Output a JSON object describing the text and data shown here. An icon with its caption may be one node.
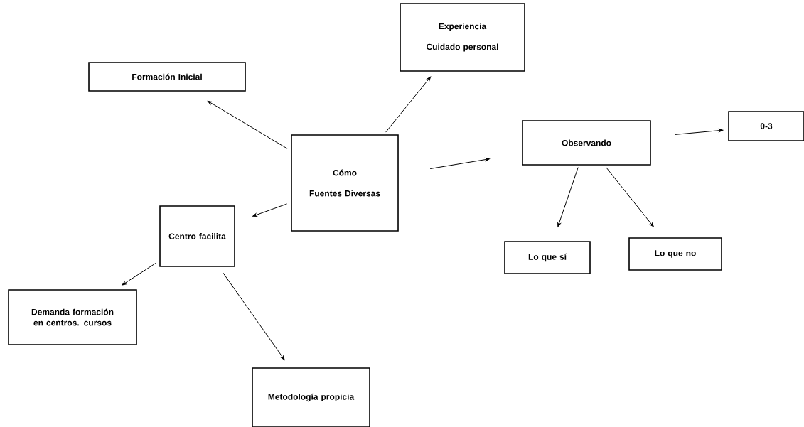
{
  "diagram": {
    "nodes": [
      {
        "text": [
          "Formación Inicial"
        ]
      },
      {
        "text": [
          "Experiencia",
          "Cuidado personal"
        ]
      },
      {
        "text": [
          "Cómo",
          "Fuentes Diversas"
        ]
      },
      {
        "text": [
          "Observando"
        ]
      },
      {
        "text": [
          "0-3"
        ]
      },
      {
        "text": [
          "Lo que sí"
        ]
      },
      {
        "text": [
          "Lo que no"
        ]
      },
      {
        "text": [
          "Centro facilita"
        ]
      },
      {
        "text": [
          "Demanda formación en centros. cursos"
        ]
      },
      {
        "text": [
          "Metodología propicia"
        ]
      }
    ],
    "edges": [
      {
        "from": 2,
        "to": 0,
        "arrow": "to"
      },
      {
        "from": 2,
        "to": 1,
        "arrow": "to"
      },
      {
        "from": 2,
        "to": 3,
        "arrow": "to"
      },
      {
        "from": 3,
        "to": 4,
        "arrow": "to"
      },
      {
        "from": 3,
        "to": 5,
        "arrow": "to"
      },
      {
        "from": 3,
        "to": 6,
        "arrow": "to"
      },
      {
        "from": 2,
        "to": 7,
        "arrow": "to"
      },
      {
        "from": 7,
        "to": 8,
        "arrow": "to"
      },
      {
        "from": 7,
        "to": 9,
        "arrow": "to"
      }
    ]
  }
}
